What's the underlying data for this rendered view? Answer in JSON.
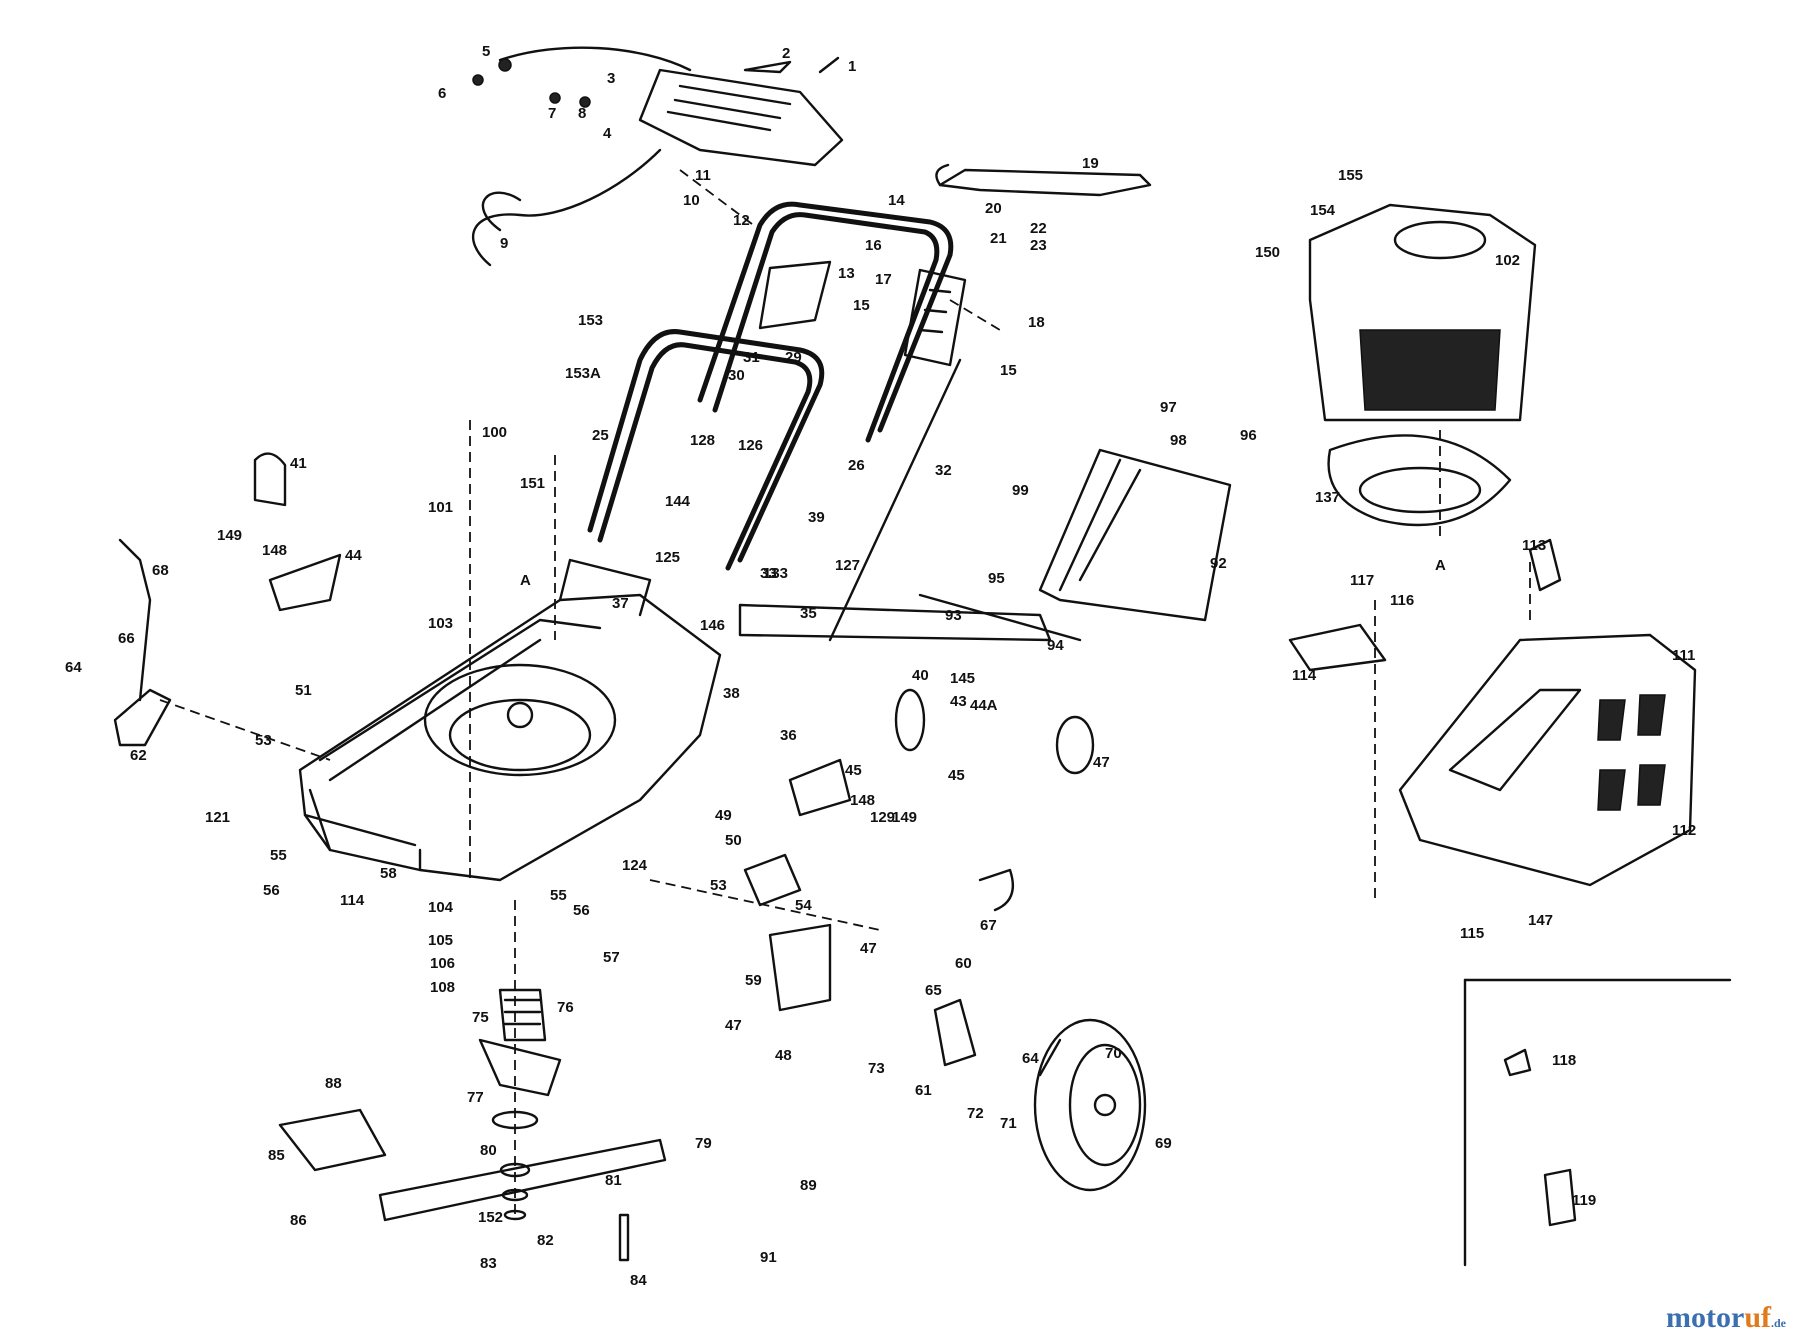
{
  "colors": {
    "ink": "#111111",
    "background": "#ffffff",
    "brand_blue": "#3b6fb0",
    "brand_orange": "#e07b1c"
  },
  "watermark": {
    "part1": "motor",
    "part2": "uf",
    "part3": ".de"
  },
  "part_numbers": {
    "p1": "1",
    "p2": "2",
    "p3": "3",
    "p4": "4",
    "p5": "5",
    "p6": "6",
    "p7": "7",
    "p8": "8",
    "p9": "9",
    "p10": "10",
    "p11": "11",
    "p12": "12",
    "p13": "13",
    "p14": "14",
    "p15": "15",
    "p16": "16",
    "p17": "17",
    "p18": "18",
    "p19": "19",
    "p20": "20",
    "p21": "21",
    "p22": "22",
    "p23": "23",
    "p25": "25",
    "p26": "26",
    "p29": "29",
    "p30": "30",
    "p31": "31",
    "p32": "32",
    "p33": "33",
    "p35": "35",
    "p36": "36",
    "p37": "37",
    "p38": "38",
    "p39": "39",
    "p40": "40",
    "p41": "41",
    "p43": "43",
    "p44": "44",
    "p44A": "44A",
    "p45": "45",
    "p45b": "45",
    "p47": "47",
    "p47b": "47",
    "p47c": "47",
    "p48": "48",
    "p49": "49",
    "p50": "50",
    "p51": "51",
    "p53": "53",
    "p53b": "53",
    "p54": "54",
    "p55": "55",
    "p55b": "55",
    "p56": "56",
    "p56b": "56",
    "p57": "57",
    "p58": "58",
    "p59": "59",
    "p60": "60",
    "p61": "61",
    "p62": "62",
    "p64": "64",
    "p64b": "64",
    "p65": "65",
    "p66": "66",
    "p67": "67",
    "p68": "68",
    "p69": "69",
    "p70": "70",
    "p71": "71",
    "p72": "72",
    "p73": "73",
    "p75": "75",
    "p76": "76",
    "p77": "77",
    "p79": "79",
    "p80": "80",
    "p81": "81",
    "p82": "82",
    "p83": "83",
    "p84": "84",
    "p85": "85",
    "p86": "86",
    "p88": "88",
    "p89": "89",
    "p91": "91",
    "p92": "92",
    "p93": "93",
    "p94": "94",
    "p95": "95",
    "p96": "96",
    "p97": "97",
    "p98": "98",
    "p99": "99",
    "p100": "100",
    "p101": "101",
    "p102": "102",
    "p103": "103",
    "p104": "104",
    "p105": "105",
    "p106": "106",
    "p108": "108",
    "p111": "111",
    "p112": "112",
    "p113": "113",
    "p114": "114",
    "p115": "115",
    "p116": "116",
    "p117": "117",
    "p118": "118",
    "p119": "119",
    "p121": "121",
    "p124": "124",
    "p125": "125",
    "p126": "126",
    "p127": "127",
    "p128": "128",
    "p129": "129",
    "p133": "133",
    "p137": "137",
    "p144": "144",
    "p145": "145",
    "p146": "146",
    "p147": "147",
    "p148": "148",
    "p149": "149",
    "p150": "150",
    "p151": "151",
    "p152": "152",
    "p153": "153",
    "p153A": "153A",
    "p154": "154",
    "p155": "155",
    "secA1": "A",
    "secA2": "A"
  }
}
